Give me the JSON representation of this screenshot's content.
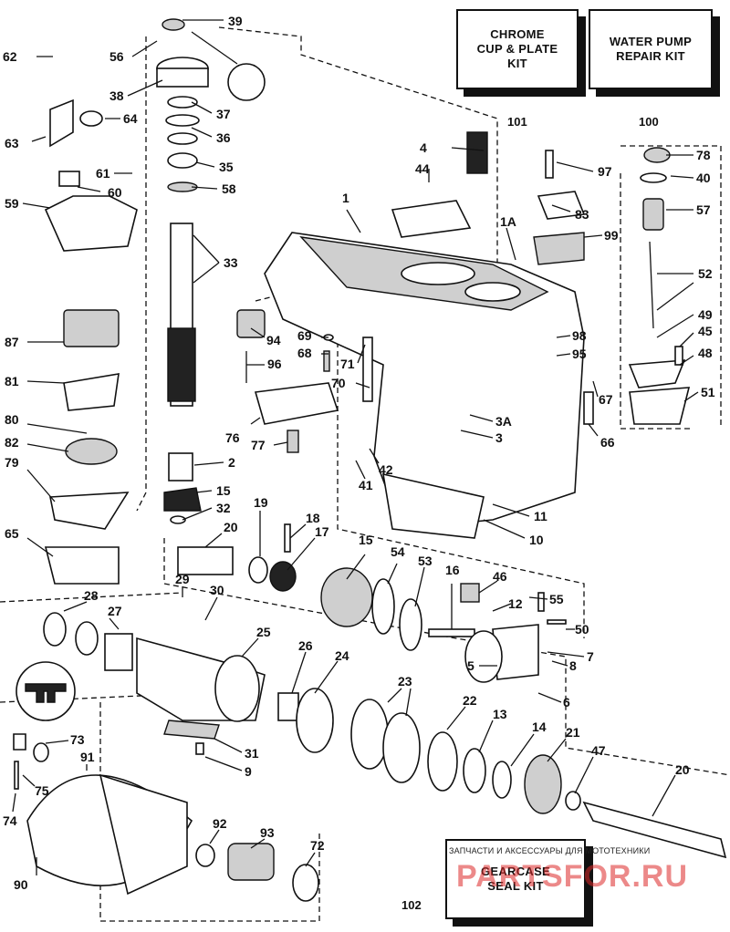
{
  "kits": [
    {
      "id": "chrome",
      "label": "CHROME\nCUP & PLATE\nKIT",
      "number": "101"
    },
    {
      "id": "pump",
      "label": "WATER PUMP\nREPAIR KIT",
      "number": "100"
    },
    {
      "id": "seal",
      "label": "GEARCASE\nSEAL KIT",
      "number": "102"
    }
  ],
  "callouts": [
    "39",
    "62",
    "56",
    "38",
    "37",
    "64",
    "36",
    "63",
    "35",
    "61",
    "60",
    "58",
    "59",
    "33",
    "87",
    "81",
    "80",
    "82",
    "79",
    "65",
    "2",
    "15",
    "32",
    "20",
    "19",
    "18",
    "17",
    "29",
    "30",
    "28",
    "27",
    "25",
    "26",
    "24",
    "23",
    "22",
    "13",
    "14",
    "21",
    "47",
    "20b",
    "73",
    "91",
    "75",
    "74",
    "90",
    "92",
    "93",
    "72",
    "31",
    "9",
    "4",
    "44",
    "97",
    "78",
    "40",
    "57",
    "1",
    "1A",
    "83",
    "99",
    "52",
    "49",
    "45",
    "48",
    "51",
    "98",
    "95",
    "67",
    "66",
    "94",
    "69",
    "68",
    "96",
    "71",
    "70",
    "76",
    "77",
    "3A",
    "3",
    "42",
    "41",
    "11",
    "10",
    "15b",
    "54",
    "53",
    "16",
    "46",
    "12",
    "55",
    "50",
    "5",
    "7",
    "8",
    "6"
  ],
  "callout_text": {
    "39": "39",
    "62": "62",
    "56": "56",
    "38": "38",
    "37": "37",
    "64": "64",
    "36": "36",
    "63": "63",
    "35": "35",
    "61": "61",
    "60": "60",
    "58": "58",
    "59": "59",
    "33": "33",
    "87": "87",
    "81": "81",
    "80": "80",
    "82": "82",
    "79": "79",
    "65": "65",
    "2": "2",
    "15": "15",
    "32": "32",
    "20": "20",
    "19": "19",
    "18": "18",
    "17": "17",
    "29": "29",
    "30": "30",
    "28": "28",
    "27": "27",
    "25": "25",
    "26": "26",
    "24": "24",
    "23": "23",
    "22": "22",
    "13": "13",
    "14": "14",
    "21": "21",
    "47": "47",
    "20b": "20",
    "73": "73",
    "91": "91",
    "75": "75",
    "74": "74",
    "90": "90",
    "92": "92",
    "93": "93",
    "72": "72",
    "31": "31",
    "9": "9",
    "4": "4",
    "44": "44",
    "97": "97",
    "78": "78",
    "40": "40",
    "57": "57",
    "1": "1",
    "1A": "1A",
    "83": "83",
    "99": "99",
    "52": "52",
    "49": "49",
    "45": "45",
    "48": "48",
    "51": "51",
    "98": "98",
    "95": "95",
    "67": "67",
    "66": "66",
    "94": "94",
    "69": "69",
    "68": "68",
    "96": "96",
    "71": "71",
    "70": "70",
    "76": "76",
    "77": "77",
    "3A": "3A",
    "3": "3",
    "42": "42",
    "41": "41",
    "11": "11",
    "10": "10",
    "15b": "15",
    "54": "54",
    "53": "53",
    "16": "16",
    "46": "46",
    "12": "12",
    "55": "55",
    "50": "50",
    "5": "5",
    "7": "7",
    "8": "8",
    "6": "6"
  },
  "watermark": {
    "top": "ЗАПЧАСТИ И АКСЕССУАРЫ ДЛЯ МОТОТЕХНИКИ",
    "big": "PARTSFOR.RU"
  }
}
